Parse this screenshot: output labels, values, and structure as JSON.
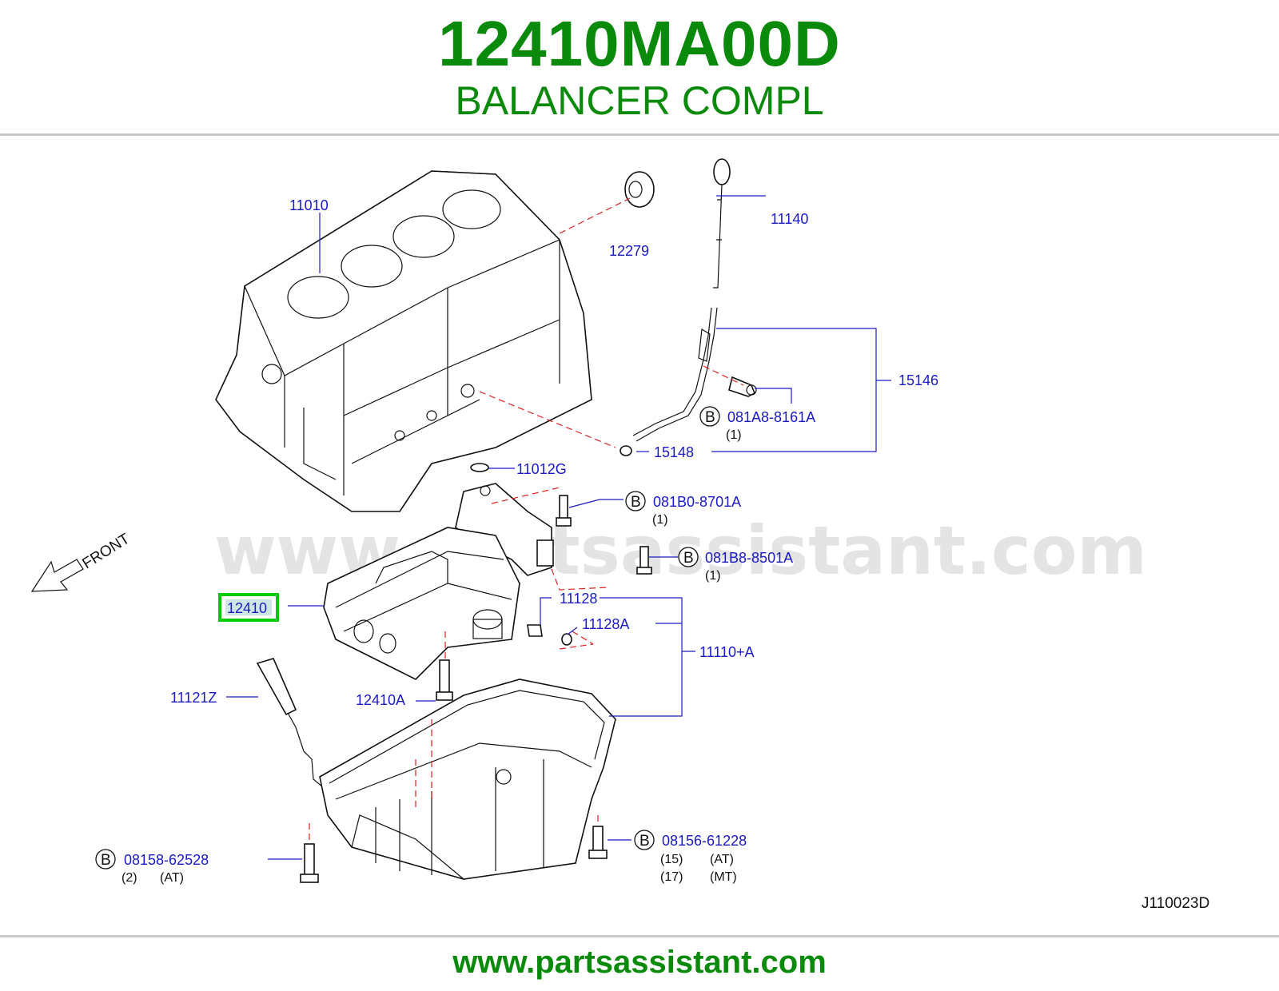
{
  "header": {
    "part_number": "12410MA00D",
    "part_name": "BALANCER COMPL"
  },
  "watermark": "www.partsassistant.com",
  "footer": {
    "url": "www.partsassistant.com"
  },
  "diagram_code": "J110023D",
  "front_label": "FRONT",
  "bolt_badge": "B",
  "colors": {
    "brand_green": "#0a8a0a",
    "callout_blue": "#1a1ac8",
    "dash_red": "#e02020",
    "highlight_green": "#00cc00"
  },
  "callouts": {
    "c11010": "11010",
    "c12279": "12279",
    "c11140": "11140",
    "c15146": "15146",
    "c081a8": "081A8-8161A",
    "c081a8_qty": "(1)",
    "c15148": "15148",
    "c11012g": "11012G",
    "c081b0": "081B0-8701A",
    "c081b0_qty": "(1)",
    "c081b8": "081B8-8501A",
    "c081b8_qty": "(1)",
    "c12410": "12410",
    "c11128": "11128",
    "c11128a": "11128A",
    "c11110a": "11110+A",
    "c11121z": "11121Z",
    "c12410a": "12410A",
    "c08156": "08156-61228",
    "c08156_q1": "(15)",
    "c08156_t1": "(AT)",
    "c08156_q2": "(17)",
    "c08156_t2": "(MT)",
    "c08158": "08158-62528",
    "c08158_q": "(2)",
    "c08158_t": "(AT)"
  }
}
